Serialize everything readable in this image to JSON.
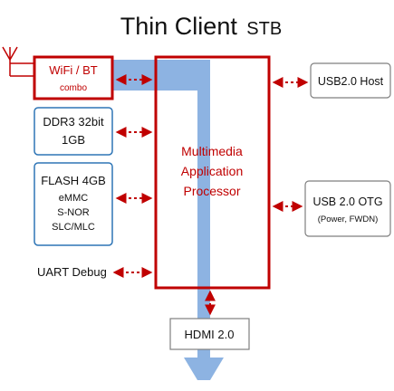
{
  "title": {
    "main": "Thin Client",
    "sub": "STB"
  },
  "colors": {
    "red": "#c00000",
    "blue_border": "#2e75b6",
    "arrow_fill": "#8db3e2",
    "gray_border": "#7f7f7f"
  },
  "wifi": {
    "line1": "WiFi / BT",
    "line2": "combo",
    "antenna_icon": "antenna-icon"
  },
  "ddr": {
    "line1": "DDR3 32bit",
    "line2": "1GB"
  },
  "flash": {
    "line1": "FLASH 4GB",
    "line2": "eMMC",
    "line3": "S-NOR",
    "line4": "SLC/MLC"
  },
  "uart": {
    "label": "UART Debug"
  },
  "processor": {
    "line1": "Multimedia",
    "line2": "Application",
    "line3": "Processor"
  },
  "usb_host": {
    "label": "USB2.0 Host"
  },
  "usb_otg": {
    "line1": "USB 2.0 OTG",
    "line2": "(Power, FWDN)"
  },
  "hdmi": {
    "label": "HDMI 2.0"
  }
}
